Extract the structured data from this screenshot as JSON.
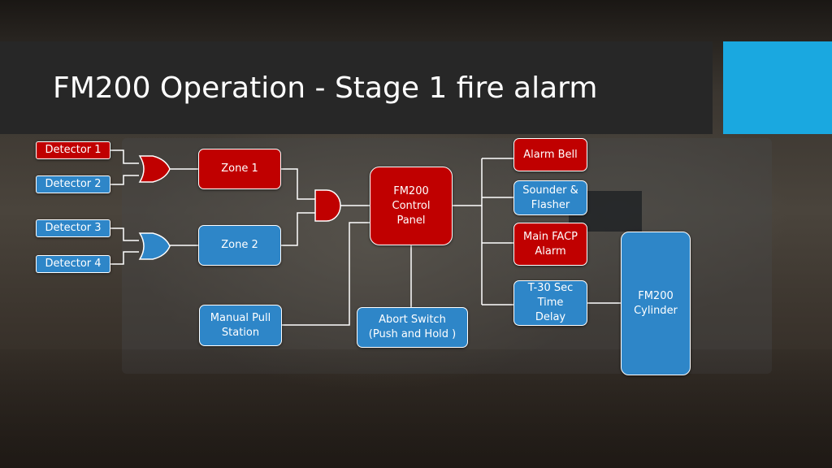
{
  "slide": {
    "title": "FM200 Operation - Stage 1 fire alarm",
    "accent_color": "#1aa8e0"
  },
  "diagram": {
    "colors": {
      "alarm_red": "#c00000",
      "input_blue": "#2e86c8"
    },
    "inputs": {
      "detector_1": "Detector 1",
      "detector_2": "Detector 2",
      "detector_3": "Detector 3",
      "detector_4": "Detector 4",
      "manual_pull_station": "Manual Pull\nStation",
      "abort_switch": "Abort Switch\n(Push and Hold )"
    },
    "zones": {
      "zone_1": "Zone 1",
      "zone_2": "Zone 2"
    },
    "control_panel": "FM200\nControl\nPanel",
    "outputs": {
      "alarm_bell": "Alarm Bell",
      "sounder_flasher": "Sounder &\nFlasher",
      "main_facp_alarm": "Main FACP\nAlarm",
      "time_delay": "T-30 Sec\nTime\nDelay"
    },
    "cylinder": "FM200\nCylinder"
  }
}
